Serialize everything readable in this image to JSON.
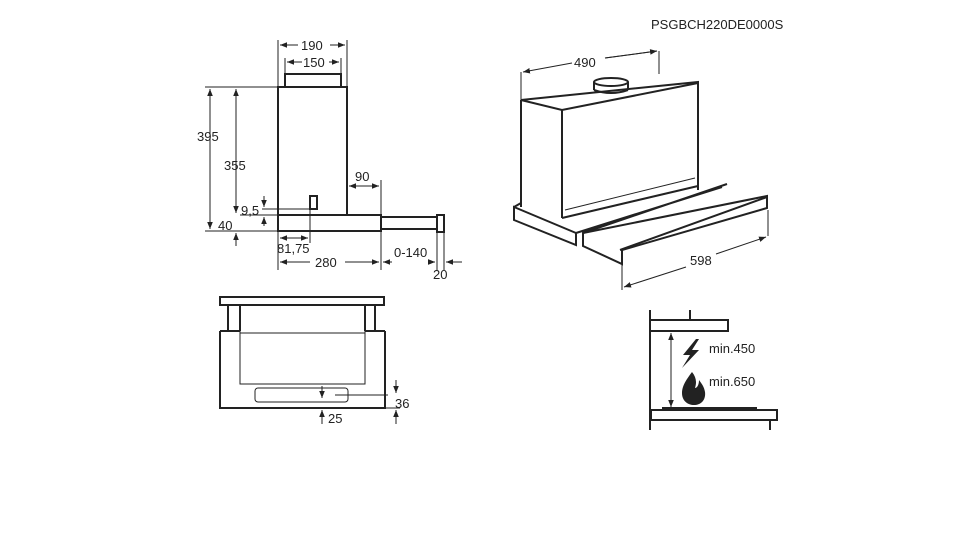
{
  "model": "PSGBCH220DE0000S",
  "side_view": {
    "width_190": "190",
    "width_150": "150",
    "height_395": "395",
    "height_355": "355",
    "depth_90": "90",
    "offset_9_5": "9,5",
    "base_40": "40",
    "outlet_81_75": "81,75",
    "depth_280": "280",
    "extension": "0-140",
    "front_20": "20"
  },
  "perspective_view": {
    "depth_490": "490",
    "width_598": "598"
  },
  "front_view": {
    "handle_36": "36",
    "handle_25": "25"
  },
  "clearance": {
    "electric_min": "min.450",
    "gas_min": "min.650",
    "electric_icon": "lightning-icon",
    "gas_icon": "flame-icon"
  },
  "colors": {
    "line": "#222222",
    "background": "#ffffff"
  }
}
